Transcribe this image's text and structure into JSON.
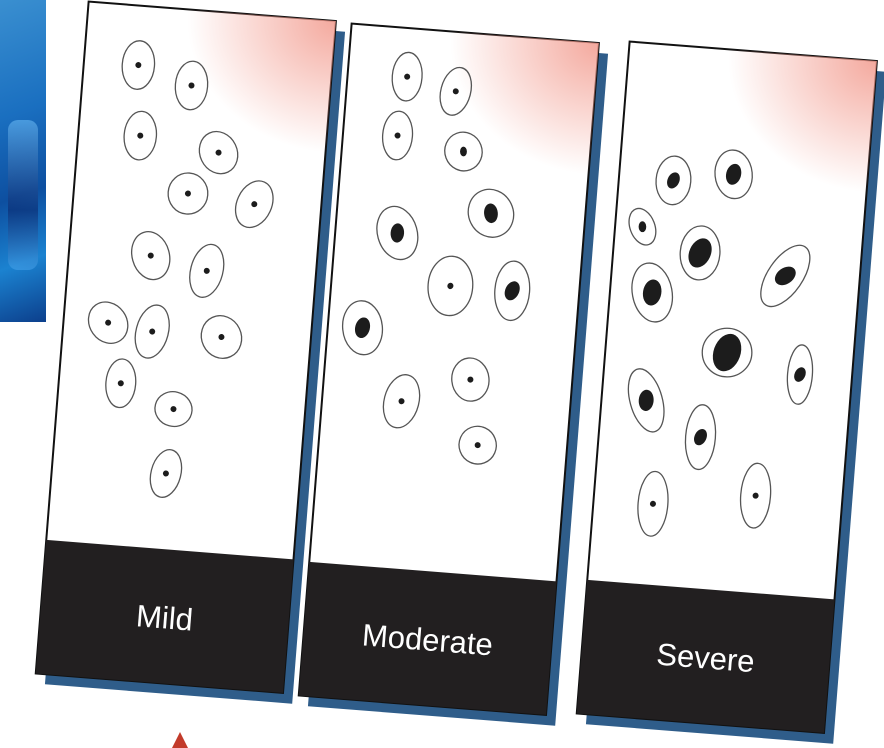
{
  "panels": [
    {
      "label": "Mild",
      "cells": [
        [
          0.22,
          0.11,
          0.13,
          0.045,
          0,
          0.06
        ],
        [
          0.44,
          0.14,
          0.13,
          0.045,
          0,
          0.06
        ],
        [
          0.25,
          0.24,
          0.13,
          0.045,
          0,
          0.06
        ],
        [
          0.57,
          0.26,
          0.15,
          0.04,
          -30,
          0.06
        ],
        [
          0.46,
          0.34,
          0.16,
          0.038,
          0,
          0.055
        ],
        [
          0.73,
          0.35,
          0.14,
          0.045,
          20,
          0.06
        ],
        [
          0.33,
          0.46,
          0.15,
          0.045,
          -20,
          0.07
        ],
        [
          0.56,
          0.48,
          0.13,
          0.05,
          10,
          0.06
        ],
        [
          0.18,
          0.59,
          0.15,
          0.04,
          -40,
          0.06
        ],
        [
          0.36,
          0.6,
          0.13,
          0.05,
          10,
          0.065
        ],
        [
          0.64,
          0.6,
          0.16,
          0.04,
          -30,
          0.06
        ],
        [
          0.25,
          0.7,
          0.12,
          0.045,
          0,
          0.06
        ],
        [
          0.47,
          0.74,
          0.15,
          0.032,
          10,
          0.05
        ],
        [
          0.46,
          0.86,
          0.12,
          0.045,
          10,
          0.045
        ]
      ]
    },
    {
      "label": "Moderate",
      "cells": [
        [
          0.24,
          0.09,
          0.12,
          0.045,
          0,
          0.06
        ],
        [
          0.44,
          0.11,
          0.12,
          0.045,
          10,
          0.06
        ],
        [
          0.22,
          0.2,
          0.12,
          0.045,
          0,
          0.06
        ],
        [
          0.49,
          0.22,
          0.15,
          0.036,
          -25,
          0.12
        ],
        [
          0.62,
          0.33,
          0.18,
          0.045,
          -30,
          0.2
        ],
        [
          0.25,
          0.38,
          0.16,
          0.05,
          -20,
          0.22
        ],
        [
          0.48,
          0.47,
          0.18,
          0.055,
          0,
          0.065
        ],
        [
          0.73,
          0.47,
          0.14,
          0.055,
          0,
          0.26
        ],
        [
          0.14,
          0.56,
          0.16,
          0.05,
          -10,
          0.24
        ],
        [
          0.32,
          0.69,
          0.14,
          0.05,
          10,
          0.065
        ],
        [
          0.59,
          0.64,
          0.15,
          0.04,
          -10,
          0.06
        ],
        [
          0.64,
          0.76,
          0.15,
          0.035,
          -25,
          0.06
        ]
      ]
    },
    {
      "label": "Severe",
      "cells": [
        [
          0.22,
          0.25,
          0.14,
          0.045,
          0,
          0.22
        ],
        [
          0.46,
          0.23,
          0.15,
          0.045,
          -10,
          0.26
        ],
        [
          0.11,
          0.34,
          0.1,
          0.035,
          -25,
          0.2
        ],
        [
          0.35,
          0.38,
          0.16,
          0.05,
          0,
          0.35
        ],
        [
          0.7,
          0.41,
          0.14,
          0.065,
          30,
          0.3
        ],
        [
          0.17,
          0.46,
          0.16,
          0.055,
          -15,
          0.3
        ],
        [
          0.49,
          0.56,
          0.2,
          0.045,
          -5,
          0.36
        ],
        [
          0.79,
          0.59,
          0.1,
          0.055,
          0,
          0.28
        ],
        [
          0.18,
          0.66,
          0.13,
          0.06,
          -20,
          0.3
        ],
        [
          0.41,
          0.72,
          0.12,
          0.06,
          0,
          0.26
        ],
        [
          0.24,
          0.85,
          0.12,
          0.06,
          0,
          0.07
        ],
        [
          0.65,
          0.82,
          0.12,
          0.06,
          0,
          0.07
        ]
      ]
    }
  ]
}
